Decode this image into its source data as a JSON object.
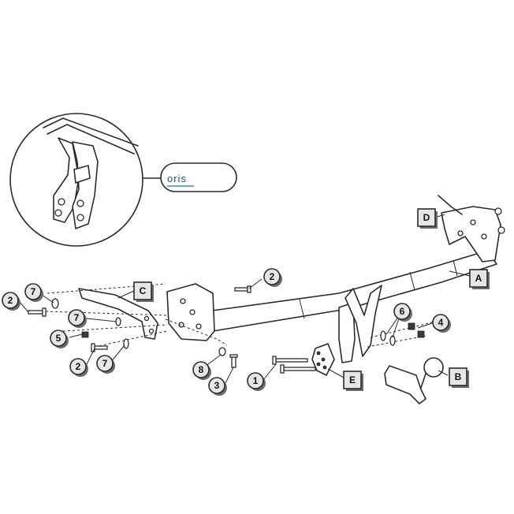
{
  "callout": {
    "logo_text": "oris"
  },
  "number_labels": [
    "2",
    "7",
    "7",
    "5",
    "2",
    "7",
    "8",
    "3",
    "2",
    "1",
    "6",
    "4"
  ],
  "letter_labels": [
    "A",
    "B",
    "C",
    "D",
    "E"
  ]
}
